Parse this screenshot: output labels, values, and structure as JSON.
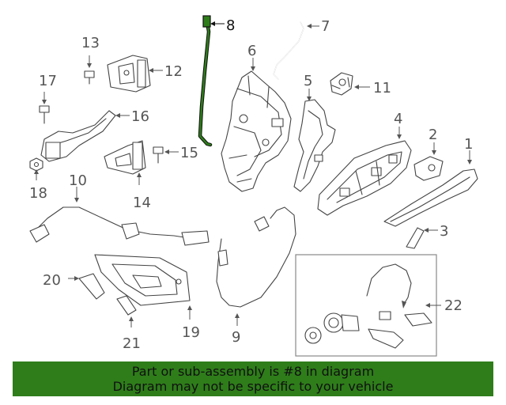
{
  "highlighted_part": "8",
  "callouts": {
    "c1": "1",
    "c2": "2",
    "c3": "3",
    "c4": "4",
    "c5": "5",
    "c6": "6",
    "c7": "7",
    "c8": "8",
    "c9": "9",
    "c10": "10",
    "c11": "11",
    "c12": "12",
    "c13": "13",
    "c14": "14",
    "c15": "15",
    "c16": "16",
    "c17": "17",
    "c18": "18",
    "c19": "19",
    "c20": "20",
    "c21": "21",
    "c22": "22"
  },
  "footer": {
    "line1": "Part or sub-assembly is #8 in diagram",
    "line2": "Diagram may not be specific to your vehicle"
  },
  "colors": {
    "highlight": "#2e7d1a",
    "footer_bg": "#2e7d1a",
    "line": "#444444"
  }
}
